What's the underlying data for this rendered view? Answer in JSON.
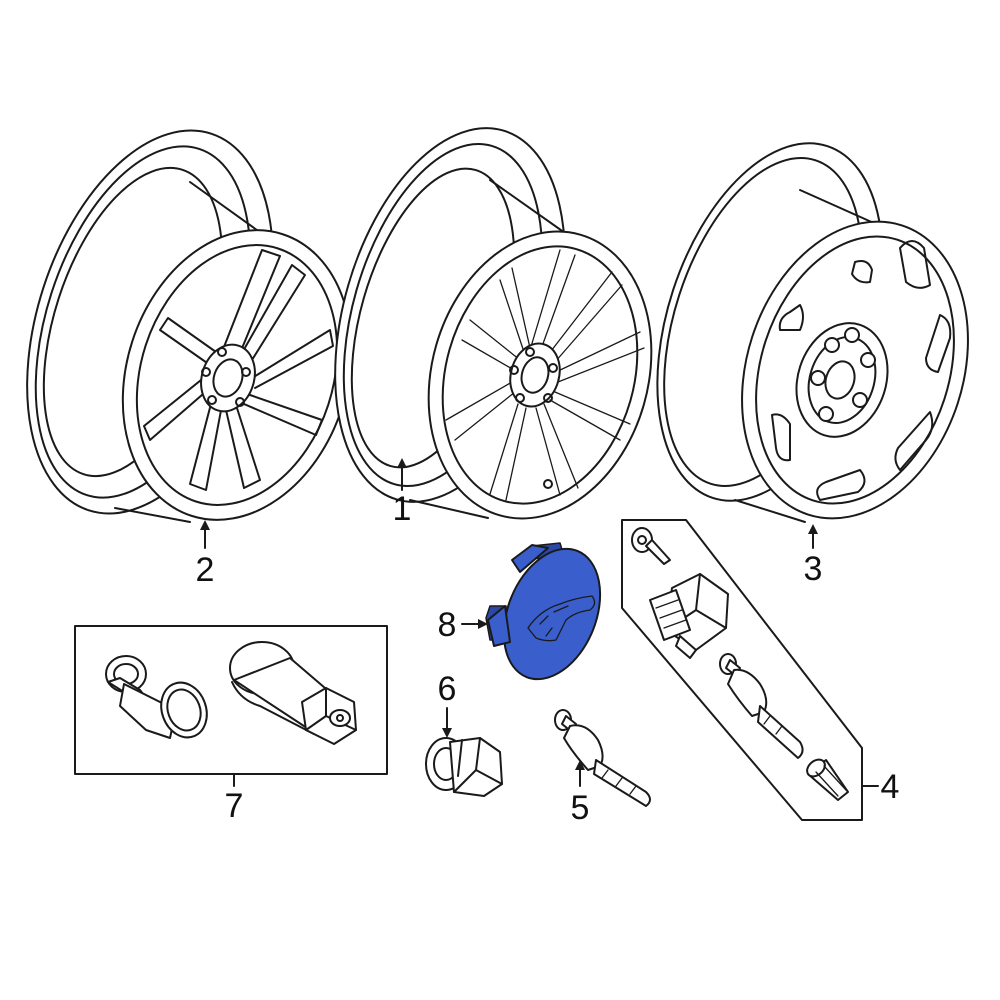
{
  "colors": {
    "highlight": "#3a5fcd",
    "highlight_dark": "#2b47a8",
    "line": "#1a1a1a"
  },
  "callouts": {
    "c1": "1",
    "c2": "2",
    "c3": "3",
    "c4": "4",
    "c5": "5",
    "c6": "6",
    "c7": "7",
    "c8": "8"
  }
}
